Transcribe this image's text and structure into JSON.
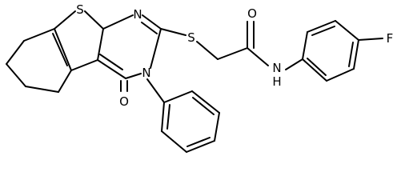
{
  "atom_labels": {
    "s_thiophene": "S",
    "s_thioether": "S",
    "n_ring": "N",
    "n_amide_ring": "N",
    "o_lactam": "O",
    "o_amide": "O",
    "nh": "N",
    "nh_h": "H",
    "f": "F"
  },
  "colors": {
    "bond": "#000000",
    "label": "#000000",
    "background": "#ffffff"
  }
}
